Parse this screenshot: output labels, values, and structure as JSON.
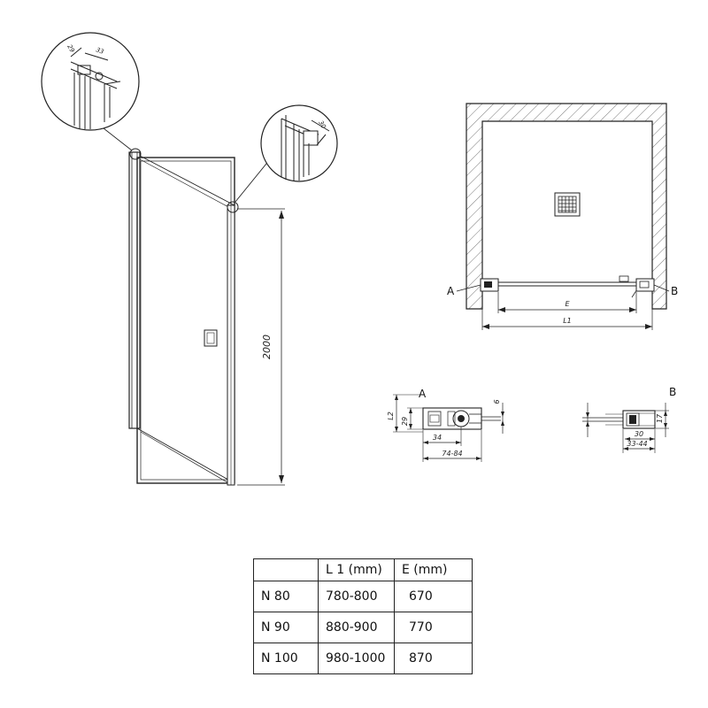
{
  "door_elevation": {
    "height_dim": "2000",
    "top_detail_dims": [
      "29",
      "33"
    ],
    "side_detail_dim": "30"
  },
  "plan": {
    "label_a": "A",
    "label_b": "B",
    "dim_e": "E",
    "dim_l1": "L1"
  },
  "detail_a": {
    "label": "A",
    "dims": {
      "l2": "L2",
      "h29": "29",
      "v6": "6",
      "w34": "34",
      "w7484": "74-84"
    }
  },
  "detail_b": {
    "label": "B",
    "dims": {
      "v17": "17",
      "w30": "30",
      "w3344": "33-44"
    }
  },
  "spec_table": {
    "headers": [
      "",
      "L 1 (mm)",
      "E  (mm)"
    ],
    "rows": [
      [
        "N 80",
        "780-800",
        "670"
      ],
      [
        "N 90",
        "880-900",
        "770"
      ],
      [
        "N 100",
        "980-1000",
        "870"
      ]
    ]
  }
}
